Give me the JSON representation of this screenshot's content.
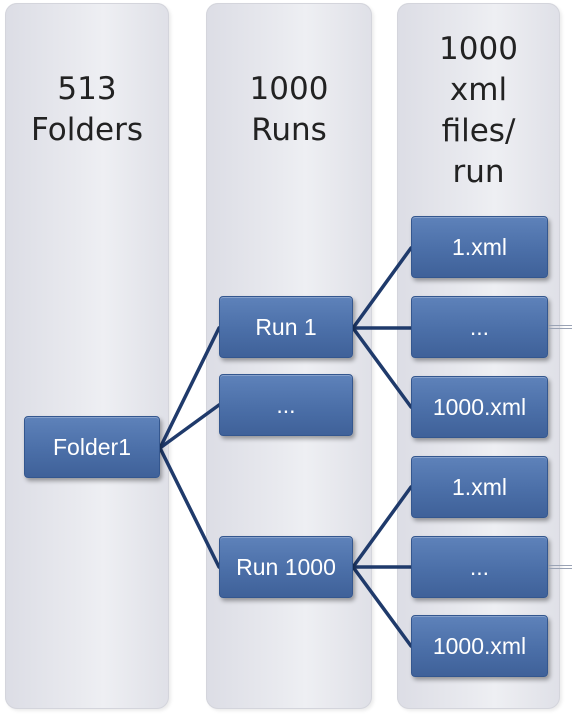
{
  "columns": [
    {
      "header": "513\nFolders"
    },
    {
      "header": "1000\nRuns"
    },
    {
      "header": "1000\nxml\nfiles/\nrun"
    }
  ],
  "nodes": {
    "folder": "Folder1",
    "run_first": "Run 1",
    "run_ellipsis": "...",
    "run_last": "Run 1000",
    "g1_first": "1.xml",
    "g1_ellipsis": "...",
    "g1_last": "1000.xml",
    "g2_first": "1.xml",
    "g2_ellipsis": "...",
    "g2_last": "1000.xml"
  },
  "colors": {
    "node_fill": "#4b6fa8",
    "connector": "#1f3a6b",
    "column_fill": "#e6e7ec"
  }
}
